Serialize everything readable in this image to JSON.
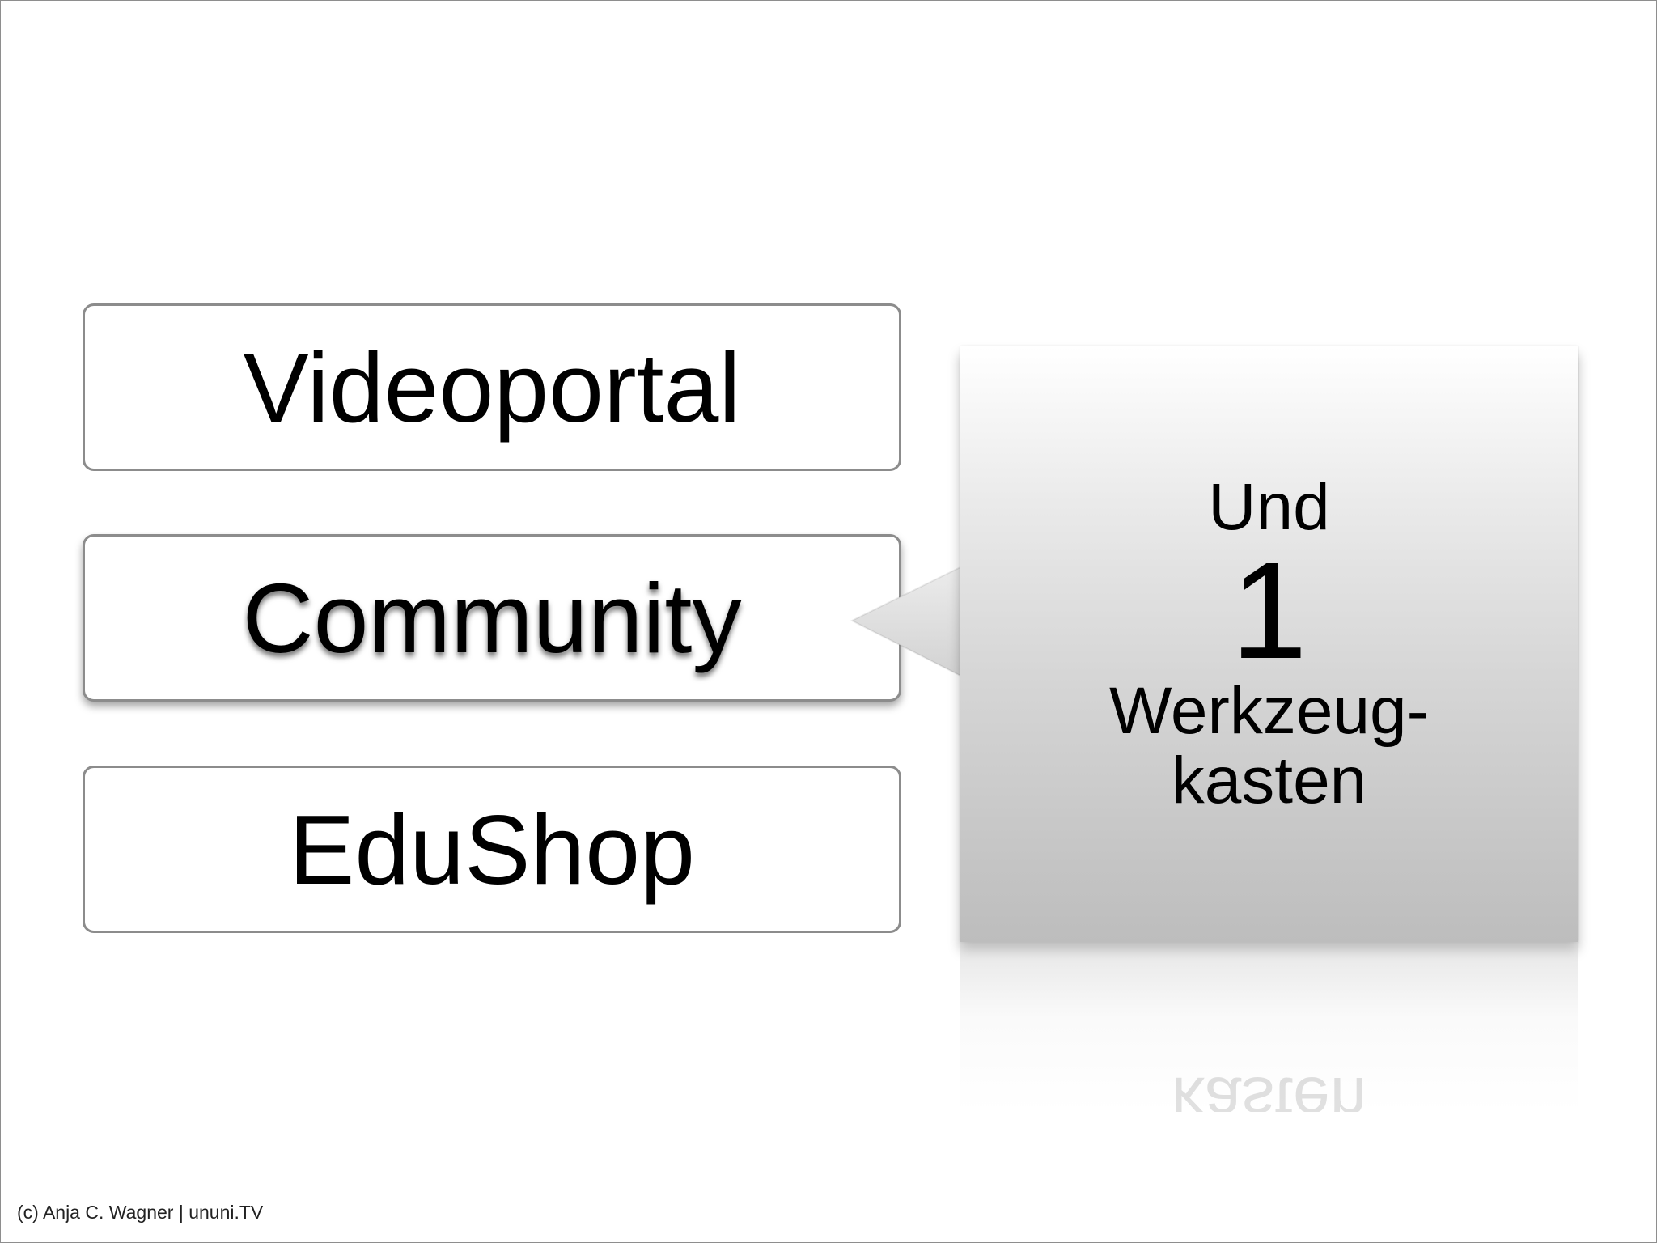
{
  "slide": {
    "items": [
      {
        "label": "Videoportal"
      },
      {
        "label": "Community"
      },
      {
        "label": "EduShop"
      }
    ],
    "callout": {
      "line1": "Und",
      "number": "1",
      "line2": "Werkzeug-",
      "line3": "kasten"
    },
    "footer": "(c) Anja C. Wagner | ununi.TV",
    "colors": {
      "box_border": "#8c8c8c",
      "callout_top": "#ffffff",
      "callout_bottom": "#bdbdbd",
      "text": "#000000"
    }
  }
}
